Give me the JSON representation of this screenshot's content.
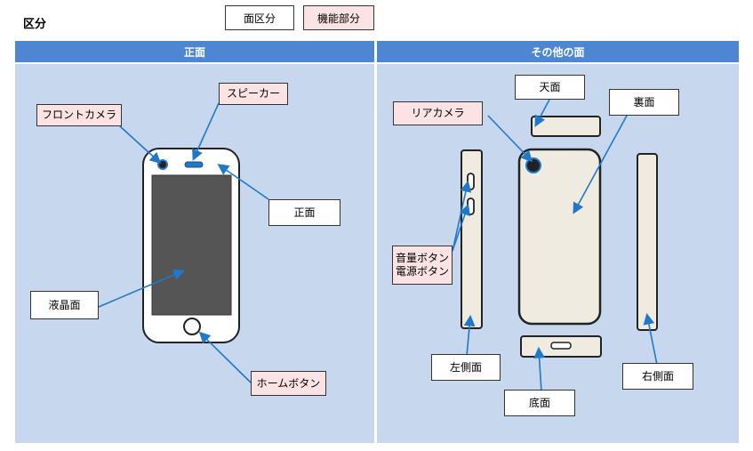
{
  "header": {
    "title": "区分"
  },
  "legend": {
    "face_label": "面区分",
    "function_label": "機能部分"
  },
  "sections": {
    "front": "正面",
    "other": "その他の面"
  },
  "labels": {
    "front_camera": "フロントカメラ",
    "speaker": "スピーカー",
    "front_face": "正面",
    "lcd": "液晶面",
    "home_button": "ホームボタン",
    "top_face": "天面",
    "rear_camera": "リアカメラ",
    "back_face": "裏面",
    "volume_button": "音量ボタン",
    "power_button": "電源ボタン",
    "left_side": "左側面",
    "bottom_face": "底面",
    "right_side": "右側面"
  },
  "colors": {
    "header_bg": "#4f86d1",
    "panel_bg": "#c6d7ee",
    "function_label_bg": "#fbe3e3",
    "face_label_bg": "#ffffff",
    "leader_line": "#1f78c8",
    "device_body": "#efebe0",
    "screen": "#555555"
  }
}
